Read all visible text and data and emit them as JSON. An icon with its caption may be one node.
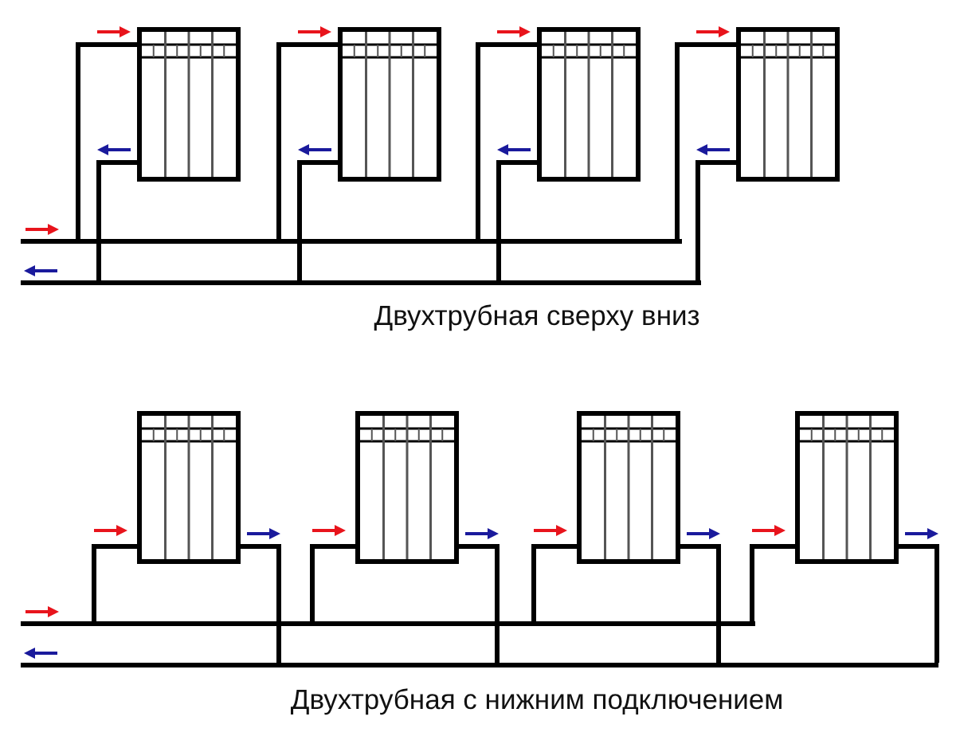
{
  "diagram": {
    "nodes": [
      {
        "text": [],
        "shape": "picture"
      },
      {
        "text": [],
        "shape": "picture"
      },
      {
        "text": [],
        "shape": "picture"
      },
      {
        "text": [],
        "shape": "picture"
      },
      {
        "text": [],
        "shape": "bar"
      },
      {
        "text": [],
        "shape": "bar"
      },
      {
        "text": [],
        "shape": "picture"
      },
      {
        "text": [],
        "shape": "picture"
      },
      {
        "text": [],
        "shape": "picture"
      },
      {
        "text": [],
        "shape": "picture"
      },
      {
        "text": [],
        "shape": "bar"
      },
      {
        "text": [],
        "shape": "bar"
      }
    ],
    "edges": [
      {
        "from": 4,
        "to": 0,
        "arrow": "none"
      },
      {
        "from": 0,
        "to": 5,
        "arrow": "none"
      },
      {
        "from": 4,
        "to": 1,
        "arrow": "none"
      },
      {
        "from": 1,
        "to": 5,
        "arrow": "none"
      },
      {
        "from": 4,
        "to": 2,
        "arrow": "none"
      },
      {
        "from": 2,
        "to": 5,
        "arrow": "none"
      },
      {
        "from": 4,
        "to": 3,
        "arrow": "none"
      },
      {
        "from": 3,
        "to": 5,
        "arrow": "none"
      },
      {
        "from": 10,
        "to": 6,
        "arrow": "none"
      },
      {
        "from": 6,
        "to": 11,
        "arrow": "none"
      },
      {
        "from": 10,
        "to": 7,
        "arrow": "none"
      },
      {
        "from": 7,
        "to": 11,
        "arrow": "none"
      },
      {
        "from": 10,
        "to": 8,
        "arrow": "none"
      },
      {
        "from": 8,
        "to": 11,
        "arrow": "none"
      },
      {
        "from": 10,
        "to": 9,
        "arrow": "none"
      },
      {
        "from": 9,
        "to": 11,
        "arrow": "none"
      }
    ],
    "labels": [
      "Двухтрубная сверху вниз",
      "Двухтрубная с нижним подключением"
    ]
  }
}
